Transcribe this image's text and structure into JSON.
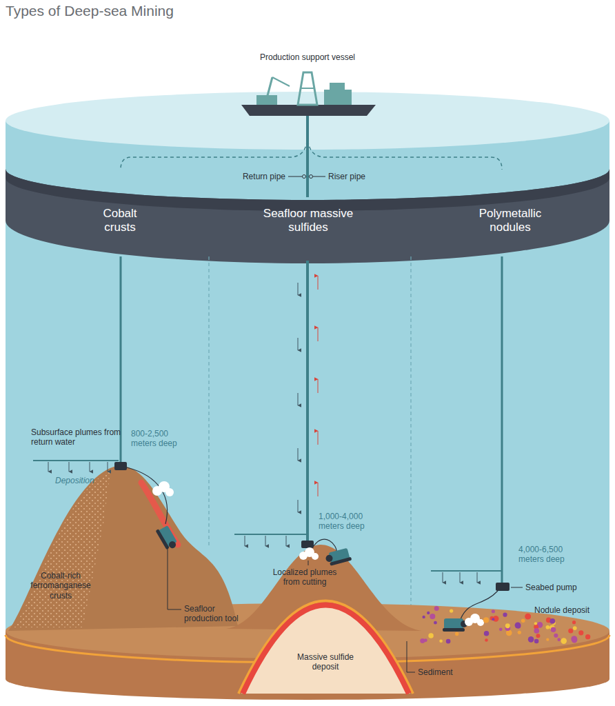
{
  "diagram": {
    "title": "Types of Deep-sea Mining",
    "labels": [
      "Production support vessel",
      "Return pipe",
      "Riser pipe",
      "Cobalt crusts",
      "Seafloor massive sulfides",
      "Polymetallic nodules",
      "Subsurface plumes from return water",
      "800-2,500 meters deep",
      "Deposition",
      "1,000-4,000 meters deep",
      "4,000-6,500 meters deep",
      "Seabed pump",
      "Cobalt-rich ferromanganese crusts",
      "Seafloor production tool",
      "Localized plumes from cutting",
      "Nodule deposit",
      "Massive sulfide deposit",
      "Sediment"
    ]
  }
}
